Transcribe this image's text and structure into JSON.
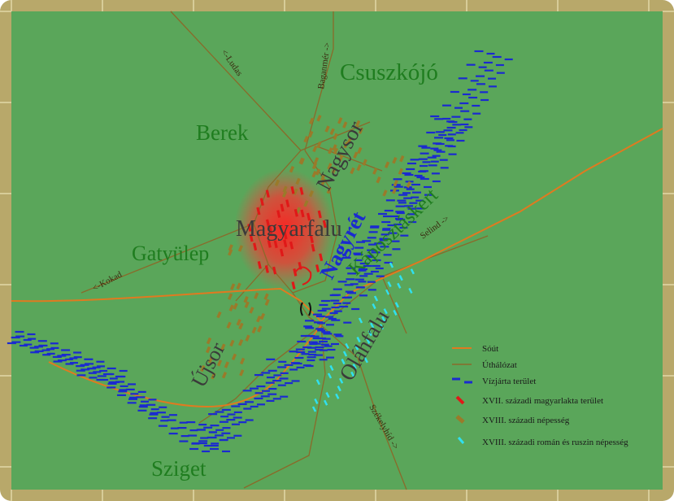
{
  "map": {
    "colors": {
      "background": "#5aa65a",
      "frame": "#b8a86a",
      "salt_road": "#e07a20",
      "road_network": "#8a6a2a",
      "water": "#1a2ad0",
      "hungarian_17c": "#e01818",
      "population_18c": "#9a7a2a",
      "romanian_ruthenian_18c": "#30e0f0"
    },
    "districts": [
      {
        "id": "csuszkojo",
        "label": "Csuszkójó"
      },
      {
        "id": "berek",
        "label": "Berek"
      },
      {
        "id": "nagysor",
        "label": "Nagysor"
      },
      {
        "id": "kaposztaskert",
        "label": "Káposztáskert"
      },
      {
        "id": "magyarfalu",
        "label": "Magyarfalu"
      },
      {
        "id": "gatyulep",
        "label": "Gatyülep"
      },
      {
        "id": "nagyret",
        "label": "Nagyrét"
      },
      {
        "id": "ujsor",
        "label": "Újsor"
      },
      {
        "id": "olahfalu",
        "label": "Oláhfalu"
      },
      {
        "id": "sziget",
        "label": "Sziget"
      }
    ],
    "road_labels": {
      "ludas": "<-Ludas",
      "baganmer": "Baganmér ->",
      "kokad": "<-Kokad",
      "selind": "Selind ->",
      "szekelyhid": "Székelyhíd ->"
    },
    "legend": [
      {
        "id": "salt-road",
        "label": "Sóút"
      },
      {
        "id": "road-network",
        "label": "Úthálózat"
      },
      {
        "id": "water",
        "label": "Vízjárta terület"
      },
      {
        "id": "hungarian-17c",
        "label": "XVII. századi magyarlakta terület"
      },
      {
        "id": "population-18c",
        "label": "XVIII. századi népesség"
      },
      {
        "id": "romanian-ruthenian-18c",
        "label": "XVIII. századi román és ruszin népesség"
      }
    ]
  }
}
